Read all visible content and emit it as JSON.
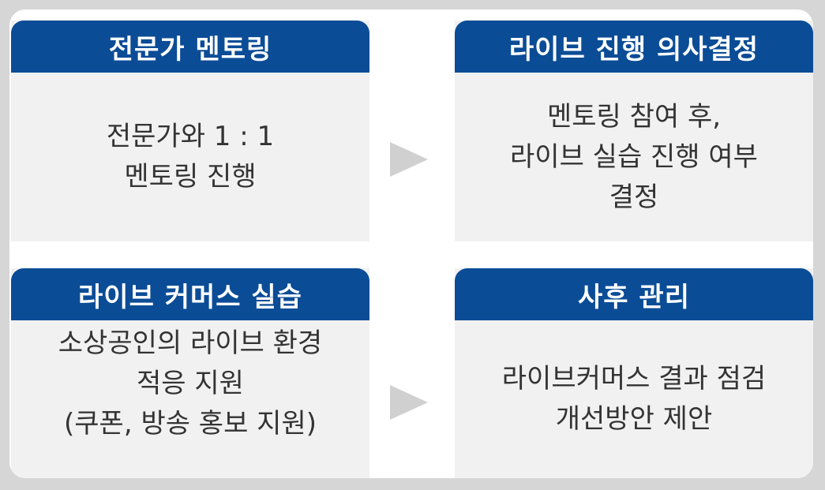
{
  "steps": [
    {
      "title": "전문가 멘토링",
      "lines": [
        "전문가와 1 : 1",
        "멘토링 진행"
      ]
    },
    {
      "title": "라이브 진행 의사결정",
      "lines": [
        "멘토링 참여 후,",
        "라이브 실습 진행 여부",
        "결정"
      ]
    },
    {
      "title": "라이브 커머스 실습",
      "lines": [
        "소상공인의 라이브 환경",
        "적응 지원",
        "(쿠폰, 방송 홍보 지원)"
      ]
    },
    {
      "title": "사후 관리",
      "lines": [
        "라이브커머스 결과 점검",
        "개선방안 제안"
      ]
    }
  ],
  "arrows": [
    {
      "icon": "arrow-right-icon",
      "color": "#d0d0d0"
    },
    {
      "icon": "arrow-right-icon",
      "color": "#d0d0d0"
    }
  ],
  "colors": {
    "header_bg": "#0b4c96",
    "card_bg": "#f1f1f1",
    "text": "#333333"
  }
}
